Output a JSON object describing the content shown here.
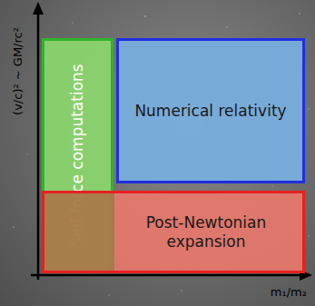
{
  "diagram": {
    "nodes": [
      {
        "text": [
          "Self-force computations"
        ]
      },
      {
        "text": [
          "Numerical relativity"
        ]
      },
      {
        "text": [
          "Post-Newtonian expansion"
        ]
      }
    ],
    "labels": [
      "(v/c)² ~ GM/rc²",
      "m₁/m₂"
    ]
  }
}
